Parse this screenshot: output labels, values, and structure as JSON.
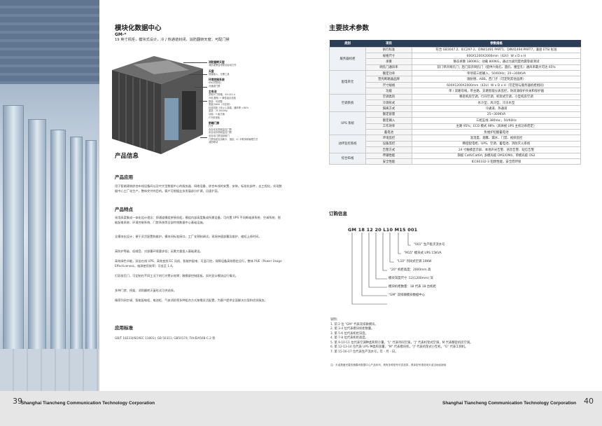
{
  "left": {
    "title": "模块化数据中心",
    "model": "GM-*",
    "subtitle": "19 英寸机柜，模块式设计，冷 / 热通道封闭，消防翻转天窗，可配门禁",
    "callouts": [
      {
        "head": "消防翻转天窗",
        "desc": "消防报警信号联动自动打开"
      },
      {
        "head": "天窗",
        "desc": "快速接入，无需工具"
      },
      {
        "head": "环境控制系统",
        "desc": "IEN(可视化)\n冷通道门禁"
      },
      {
        "head": "主电池",
        "desc": "多种尺寸规格，42U(H) ×\n冷机/配柜 + 弹性组合机柜\n数量：可调整\n宽度为600（可定制）\n标准机柜 2米以上高端，通风率 >80%\n重量：2t.1800kg\n功能：5 级方面\nIT冷机柜柜"
      },
      {
        "head": "前端门禁",
        "desc": "打开\n全自动无视频监控门禁\n手自动存视频监控门禁\n全自动门禁控制和门\n门禁系统支持刷卡、指纹、IC 卡等多种管理方式\n消防联动"
      }
    ],
    "product_info_title": "产品信息",
    "app_title": "产品应用",
    "app_text": "用于智能建筑综合布线设备间以及中大型数据中心的服务器、网络设备、综合布线的安置、安装。标准化部件，去工程化，实现数据中心工厂化生产，整体交付的目的。客户可根据业务发展部分扩建，迅速扩容。",
    "feat_title": "产品特点",
    "features": [
      "采用高度集成一体化设计理念：即通道模组拼接机柜，模组内部高度集成所需设备，可内置 UPS 不间断电源系统、空调系统、智能配电系统、环境控制系统、门禁系统等全部传统数据中心基础设施。",
      "全模块化设计，便于灵活配置和维护。模块间标准接口，工厂化预制调试，现场快速部署及维护、缩短上线时间。",
      "高防护等级、低噪音，对部署环境要求低；无需大量投入基础建设。",
      "高效绿色节能，双倍在线 UPS、高效变频 EC 风机、智能供配电、可监可控，保障设备高效稳定运行，整体 PUE（Power Usage Effectiveness，电源使用效率）可低至 1.4。",
      "灯彩前后门，可定制在不同工况下的打光警示效果；触摸屏控制面板，实时显示模块运行情况。",
      "多种门禁、桥架、消防翻转天窗形式可供选择。",
      "精密列间空调、智能配电柜、电池柜、气体消防等多种组合方式按需灵活配置，为客户提供全面解决方案和优质服务。"
    ],
    "std_title": "应用标准",
    "std_text": "GB/T 18233(ISO/IEC 11801); GB 50311; GB50174; TIA/EIA568-C.2 等",
    "page_no": "39",
    "corp": "Shanghai Tiancheng Communication Technology Corporation"
  },
  "right": {
    "title": "主要技术参数",
    "headers": [
      "类别",
      "项目",
      "参数规格"
    ],
    "groups": [
      {
        "category": "服务器机柜",
        "rows": [
          [
            "执行标准",
            "符合 GB3047.2、IEC297-2、DIN41491 PART1、DIN41494 PART7，兼容 ETSI 标准"
          ],
          [
            "规格尺寸",
            "600X1200X2000mm（42U）W x D x H"
          ],
          [
            "承重",
            "静态承重 1800KG；动载 800KG，通过九级烈度抗震等级测试"
          ],
          [
            "网孔门通风率",
            "前门单开网孔门；后门双开网孔门（提供六角孔、圆孔、腰型孔）通风率最大可达 65%"
          ]
        ]
      },
      {
        "category": "配电单元",
        "rows": [
          [
            "额定功率",
            "单项或三相输入，50/60Hz；20~300KVA"
          ],
          [
            "塑壳断路器品牌",
            "施耐德、ABB、西门子（可定制其他品牌）"
          ],
          [
            "尺寸规格",
            "600X1200X2000mm（42U）W x D x H（可定制与服务器机柜相同）"
          ],
          [
            "功能",
            "单 / 双路母线，带主路、支路智能仪表监控，防浪涌保护开关和保护器"
          ]
        ]
      },
      {
        "category": "空调系统",
        "rows": [
          [
            "空调类别",
            "精密机房空调，行间空调、机架式空调，小型机房空调"
          ],
          [
            "冷源形式",
            "水冷型、风冷型、冷冻水型"
          ],
          [
            "隔离方式",
            "冷通道、热通道"
          ]
        ]
      },
      {
        "category": "UPS 系统",
        "rows": [
          [
            "额定容量",
            "25~300KVA"
          ],
          [
            "额定输入",
            "三相五线 380Vac，50/60Hz"
          ],
          [
            "工作效率",
            "主路 95%；ECO 模式 98%（具体视 UPS 主机功率而定）"
          ],
          [
            "蓄电池",
            "免维护铅酸蓄电池"
          ]
        ]
      },
      {
        "category": "动环监控系统",
        "rows": [
          [
            "环境监控",
            "温湿度、烟雾、漏水、门禁、视频监控"
          ],
          [
            "设备监控",
            "精密配电柜、UPS、空调、蓄电池、消防灭火系统"
          ],
          [
            "告警方式",
            "24 寸触摸显示屏、本地声光告警、语音告警、短信告警"
          ]
        ]
      },
      {
        "category": "综合布线",
        "rows": [
          [
            "传输性能",
            "铜缆 Cat6/Cat6A; 多模光缆 OM3/OM4、单模光缆 OS2"
          ],
          [
            "安全性能",
            "IEC60332-3 阻燃性能，安全而环保"
          ]
        ]
      }
    ],
    "order_title": "订购信息",
    "order_code": "GM 18 12 20 L10 M15 001",
    "order_labels": [
      "\"001\" 生产批次流水号",
      "\"M15\" 模块式 UPS 15KVA",
      "\"L10\" 列间式空调 10KW",
      "\"20\" 机柜高度：2000mm 高",
      "模块深度尺寸 :12(1200mm) 深",
      "模块机柜数量：18 代表 18 台机柜",
      "\"GM\" 双排微模块数据中心"
    ],
    "notes_title": "说明：",
    "notes": [
      "1. 前 2 位 \"GM\" 代表双排微模块。",
      "2. 第 3-4 位代表模块机柜数量。",
      "3. 第 5-6 位代表机柜深度。",
      "4. 第 7-8 位代表机柜高度。",
      "5. 第 9-10-11 位代表空调种类和制冷量，\"L\" 代表列间空调，\"J\" 代表机架式空调，M 代表精密机房空调。",
      "6. 第 12-13-14 位代表 UPS 种类和容量，\"M\" 代表模块机，\"J\" 代表机架式小型机，\"G\" 代表工频机。",
      "7. 第 15-16-17 位代表生产流水号，年 - 月 - 日。"
    ],
    "fine_print": "注：天诚具备完善的微模块数据中心产品系列，具有多种型号可供选择，具体型号请咨询天诚当地经销商",
    "page_no": "40",
    "corp": "Shanghai Tiancheng Communication Technology Corporation"
  }
}
